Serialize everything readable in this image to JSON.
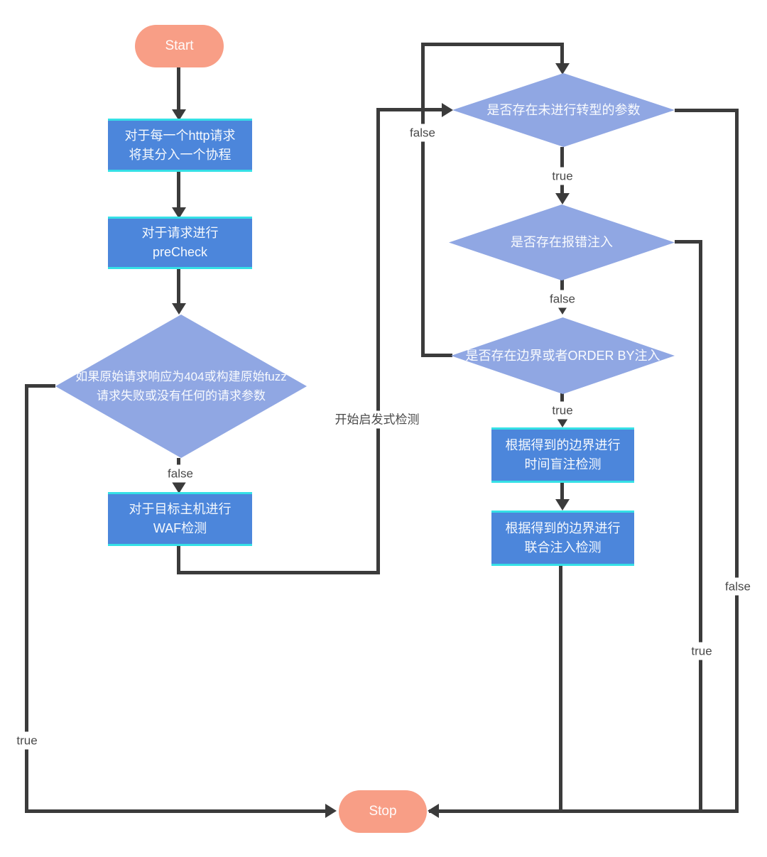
{
  "diagram": {
    "type": "flowchart",
    "nodes": {
      "start": {
        "label": "Start"
      },
      "box_http": {
        "line1": "对于每一个http请求",
        "line2": "将其分入一个协程"
      },
      "box_precheck": {
        "line1": "对于请求进行",
        "line2": "preCheck"
      },
      "diamond_fuzz": {
        "line1": "如果原始请求响应为404或构建原始fuzz",
        "line2": "请求失败或没有任何的请求参数"
      },
      "box_waf": {
        "line1": "对于目标主机进行",
        "line2": "WAF检测"
      },
      "diamond_param": {
        "label": "是否存在未进行转型的参数"
      },
      "diamond_error": {
        "label": "是否存在报错注入"
      },
      "diamond_boundary": {
        "label": "是否存在边界或者ORDER BY注入"
      },
      "box_timeblind": {
        "line1": "根据得到的边界进行",
        "line2": "时间盲注检测"
      },
      "box_union": {
        "line1": "根据得到的边界进行",
        "line2": "联合注入检测"
      },
      "stop": {
        "label": "Stop"
      }
    },
    "edge_labels": {
      "fuzz_false": "false",
      "fuzz_true": "true",
      "heuristic_start": "开始启发式检测",
      "param_true": "true",
      "param_false": "false",
      "error_false": "false",
      "error_true": "true",
      "boundary_true": "true",
      "boundary_false": "false"
    },
    "colors": {
      "terminal_fill": "#F89E86",
      "process_fill": "#4C86DB",
      "process_accent": "#35E0E6",
      "decision_fill": "#90A7E3",
      "connector": "#3B3B3B",
      "label_background": "#FFFFFF",
      "label_text": "#4A4A4A",
      "node_text": "#FFFFFF"
    }
  }
}
